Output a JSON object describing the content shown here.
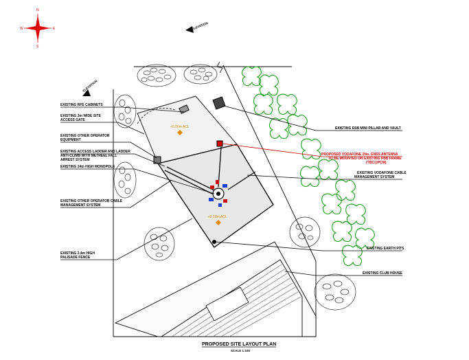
{
  "compass": {
    "north": "N",
    "south": "S",
    "east": "E",
    "west": "W"
  },
  "elevation_marks": [
    "ELEVATION",
    "ELEVATION"
  ],
  "labels": {
    "rfe_cabinets": "EXISTING RFE CABINETS",
    "access_gate_l1": "EXISTING 3m WIDE SITE",
    "access_gate_l2": "ACCESS GATE",
    "other_equipment_l1": "EXISTING OTHER OPERATOR",
    "other_equipment_l2": "EQUIPMENT",
    "ladder_l1": "EXISTING ACCESS LADDER AND LADDER",
    "ladder_l2": "ANTI-CLIMB WITH METREEL FALL",
    "ladder_l3": "ARREST SYSTEM",
    "monopole": "EXISTING 24m HIGH MONOPOLE",
    "other_cable_l1": "EXISTING OTHER OPERATOR CABLE",
    "other_cable_l2": "MANAGEMENT SYSTEM",
    "palisade_l1": "EXISTING 2.4m HIGH",
    "palisade_l2": "PALISADE FENCE",
    "esb_pillar": "EXISTING ESB MINI PILLAR AND VAULT",
    "gnss_l1": "PROPOSED VODAFONE 1No. GNSS ANTENNA",
    "gnss_l2": "TO BE MOUNTED ON EXISTING PBB FRAME",
    "gnss_l3": "(TBC@PCM)",
    "vodafone_cable_l1": "EXISTING VODAFONE CABLE",
    "vodafone_cable_l2": "MANAGEMENT SYSTEM",
    "earth_pits": "EXISTING EARTH PITS",
    "club_house": "EXISTING CLUB HOUSE",
    "level_1": "+0.00m ACL",
    "level_2": "+0.10m ACL"
  },
  "title": {
    "main": "PROPOSED SITE LAYOUT PLAN",
    "scale": "SCALE 1:100"
  },
  "colors": {
    "compass": "#e00000",
    "trees": "#1a9e1a",
    "proposed": "#d40000",
    "level_marker": "#e08a00",
    "antenna_blue": "#1a3fd6",
    "antenna_red": "#d40000"
  }
}
